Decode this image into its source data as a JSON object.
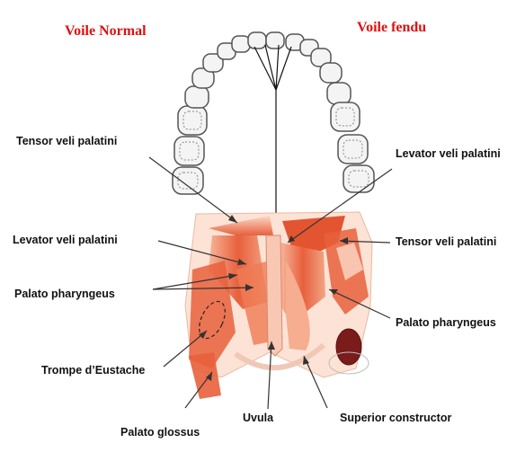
{
  "titles": {
    "left": "Voile Normal",
    "right": "Voile fendu",
    "color": "#e01010"
  },
  "labels": {
    "tensor_left": "Tensor veli palatini",
    "levator_left": "Levator veli palatini",
    "palato_pharyngeus_left": "Palato pharyngeus",
    "trompe": "Trompe d’Eustache",
    "palato_glossus": "Palato glossus",
    "uvula": "Uvula",
    "superior_constructor": "Superior constructor",
    "levator_right": "Levator veli palatini",
    "tensor_right": "Tensor veli palatini",
    "palato_pharyngeus_right": "Palato pharyngeus"
  },
  "colors": {
    "muscle": "#e8603c",
    "muscle_light": "#f7b59a",
    "muscle_dark": "#c8401f",
    "tooth_outline": "#555555",
    "eustachian": "#7a1c1c"
  }
}
